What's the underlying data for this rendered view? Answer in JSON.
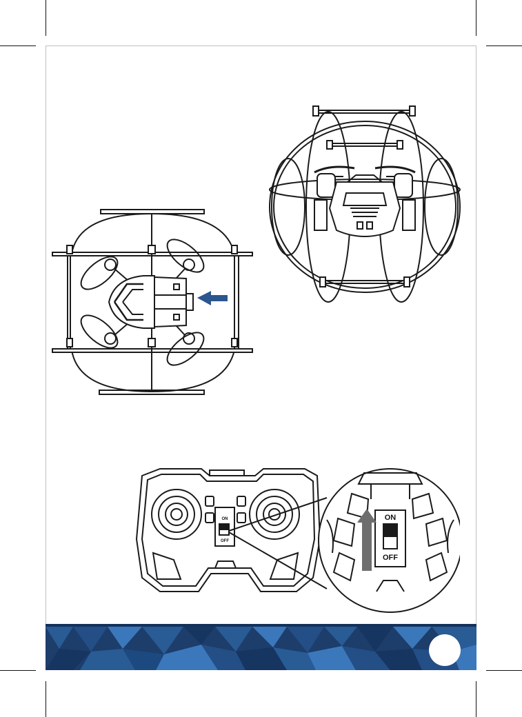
{
  "page": {
    "background": "#ffffff",
    "footer_dark": "#1d3d6b",
    "footer_mid": "#2b5f9a",
    "footer_light": "#3f7fc4",
    "arrow_blue": "#2b568f",
    "arrow_grey": "#6e6e6e"
  },
  "remote": {
    "small_switch": {
      "on_label": "ON",
      "off_label": "OFF"
    },
    "zoom_switch": {
      "on_label": "ON",
      "off_label": "OFF"
    }
  },
  "icons": {
    "battery_arrow": "arrow-left-icon",
    "power_arrow": "arrow-up-icon"
  }
}
